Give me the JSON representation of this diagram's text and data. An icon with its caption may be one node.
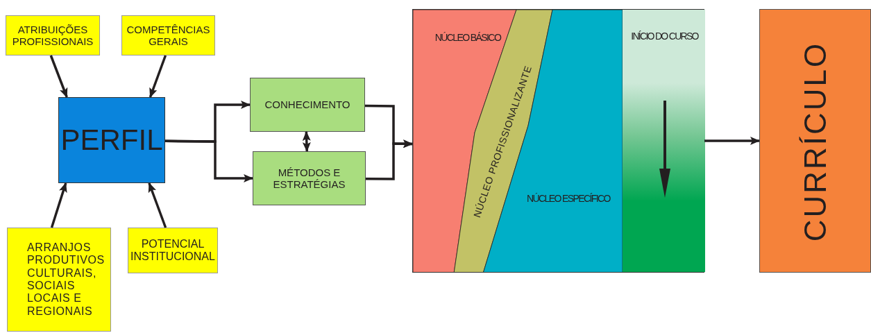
{
  "diagram": {
    "nodes": [
      {
        "text": [
          "ATRIBUIÇÕES PROFISSIONAIS"
        ]
      },
      {
        "text": [
          "COMPETÊNCIAS GERAIS"
        ]
      },
      {
        "text": [
          "PERFIL"
        ]
      },
      {
        "text": [
          "ARRANJOS PRODUTIVOS CULTURAIS, SOCIAIS LOCAIS E REGIONAIS"
        ]
      },
      {
        "text": [
          "POTENCIAL INSTITUCIONAL"
        ]
      },
      {
        "text": [
          "CONHECIMENTO"
        ]
      },
      {
        "text": [
          "MÉTODOS E ESTRATÉGIAS"
        ]
      },
      {
        "text": [],
        "shape": "box"
      },
      {
        "text": [
          "NÚCLEO BÁSICO"
        ],
        "in": 7
      },
      {
        "text": [
          "NÚCLEO PROFISSIONALIZANTE"
        ],
        "in": 7
      },
      {
        "text": [
          "NÚCLEO ESPECÍFICO"
        ],
        "in": 7
      },
      {
        "text": [
          "INÍCIO DO CURSO"
        ],
        "in": 7
      },
      {
        "text": [
          "CURRÍCULO"
        ]
      }
    ],
    "edges": [
      {
        "from": 0,
        "to": 2,
        "arrow": "to"
      },
      {
        "from": 1,
        "to": 2,
        "arrow": "to"
      },
      {
        "from": 3,
        "to": 2,
        "arrow": "to"
      },
      {
        "from": 4,
        "to": 2,
        "arrow": "to"
      },
      {
        "from": 2,
        "to": 5,
        "arrow": "to"
      },
      {
        "from": 2,
        "to": 6,
        "arrow": "to"
      },
      {
        "from": 5,
        "to": 6,
        "arrow": "both"
      },
      {
        "from": 5,
        "to": 7,
        "arrow": "to"
      },
      {
        "from": 6,
        "to": 7,
        "arrow": "to"
      },
      {
        "from": 7,
        "to": 12,
        "arrow": "to"
      }
    ]
  }
}
